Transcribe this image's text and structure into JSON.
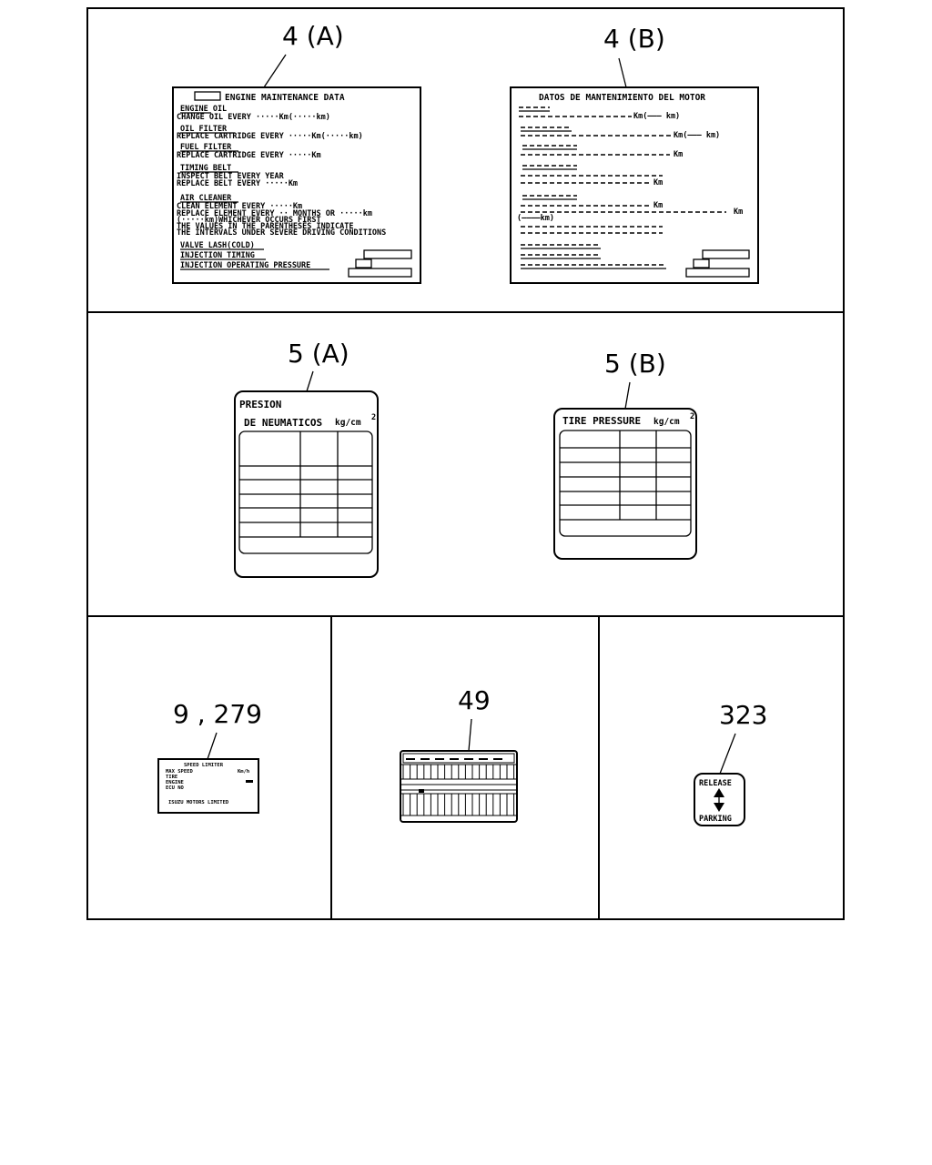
{
  "callouts": {
    "c4a": "4 (A)",
    "c4b": "4 (B)",
    "c5a": "5 (A)",
    "c5b": "5 (B)",
    "c9": "9 , 279",
    "c49": "49",
    "c323": "323"
  },
  "label_4a": {
    "title": "ENGINE MAINTENANCE DATA",
    "engine_oil": "ENGINE OIL",
    "change_oil": "CHANGE OIL EVERY ·····Km(·····km)",
    "oil_filter": "OIL FILTER",
    "replace_cartridge_1": "REPLACE CARTRIDGE EVERY ·····Km(·····km)",
    "fuel_filter": "FUEL FILTER",
    "replace_cartridge_2": "REPLACE CARTRIDGE EVERY ·····Km",
    "timing_belt": "TIMING BELT",
    "inspect_belt": "INSPECT BELT EVERY YEAR",
    "replace_belt": "REPLACE BELT EVERY ·····Km",
    "air_cleaner": "AIR CLEANER",
    "clean_element": "CLEAN ELEMENT EVERY ·····Km",
    "replace_element": "REPLACE ELEMENT EVERY ·· MONTHS OR ·····km",
    "whichever": "(·····km)WHICHEVER OCCURS FIRST",
    "values_paren": "THE VALUES IN THE PARENTHESES INDICATE",
    "intervals": "THE INTERVALS UNDER SEVERE DRIVING CONDITIONS",
    "valve_lash": "VALVE LASH(COLD)",
    "injection_timing": "INJECTION TIMING",
    "injection_pressure": "INJECTION OPERATING PRESSURE"
  },
  "label_4b": {
    "title": "DATOS DE MANTENIMIENTO DEL MOTOR",
    "km_paren": "Km(––– km)",
    "km": "Km",
    "paren_km": "(––––km)"
  },
  "label_5a": {
    "line1": "PRESION",
    "line2": "DE NEUMATICOS",
    "unit": "kg/cm",
    "sup": "2"
  },
  "label_5b": {
    "line1": "TIRE PRESSURE",
    "unit": "kg/cm",
    "sup": "2"
  },
  "label_9": {
    "title": "SPEED LIMITER",
    "max_speed": "MAX SPEED",
    "kmh": "Km/h",
    "tire": "TIRE",
    "engine": "ENGINE",
    "ecu": "ECU NO",
    "maker": "ISUZU MOTORS LIMITED"
  },
  "label_323": {
    "release": "RELEASE",
    "parking": "PARKING"
  }
}
